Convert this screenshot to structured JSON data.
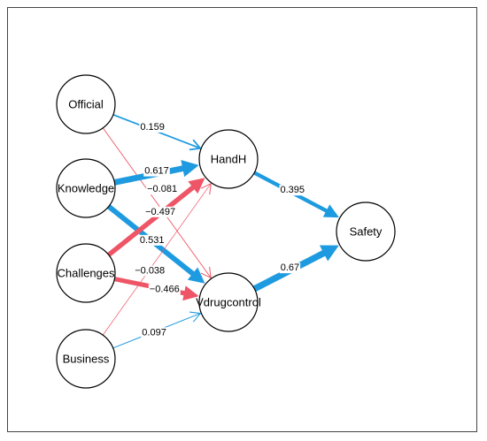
{
  "diagram": {
    "colors": {
      "positive": "#1e9be0",
      "negative": "#ee5566",
      "node_stroke": "#000000"
    },
    "nodes": [
      {
        "id": "official",
        "label": "Official"
      },
      {
        "id": "knowledge",
        "label": "Knowledge"
      },
      {
        "id": "challenges",
        "label": "Challenges"
      },
      {
        "id": "business",
        "label": "Business"
      },
      {
        "id": "handh",
        "label": "HandH"
      },
      {
        "id": "vdrugcontrol",
        "label": "Vdrugcontrol"
      },
      {
        "id": "safety",
        "label": "Safety"
      }
    ],
    "edges": [
      {
        "from": "official",
        "to": "handh",
        "weight": 0.159,
        "label": "0.159"
      },
      {
        "from": "official",
        "to": "vdrugcontrol",
        "weight": -0.081,
        "label": "−0.081"
      },
      {
        "from": "knowledge",
        "to": "handh",
        "weight": 0.617,
        "label": "0.617"
      },
      {
        "from": "knowledge",
        "to": "vdrugcontrol",
        "weight": 0.531,
        "label": "0.531"
      },
      {
        "from": "challenges",
        "to": "handh",
        "weight": -0.497,
        "label": "−0.497"
      },
      {
        "from": "challenges",
        "to": "vdrugcontrol",
        "weight": -0.466,
        "label": "−0.466"
      },
      {
        "from": "business",
        "to": "handh",
        "weight": -0.038,
        "label": "−0.038"
      },
      {
        "from": "business",
        "to": "vdrugcontrol",
        "weight": 0.097,
        "label": "0.097"
      },
      {
        "from": "handh",
        "to": "safety",
        "weight": 0.395,
        "label": "0.395"
      },
      {
        "from": "vdrugcontrol",
        "to": "safety",
        "weight": 0.67,
        "label": "0.67"
      }
    ]
  }
}
